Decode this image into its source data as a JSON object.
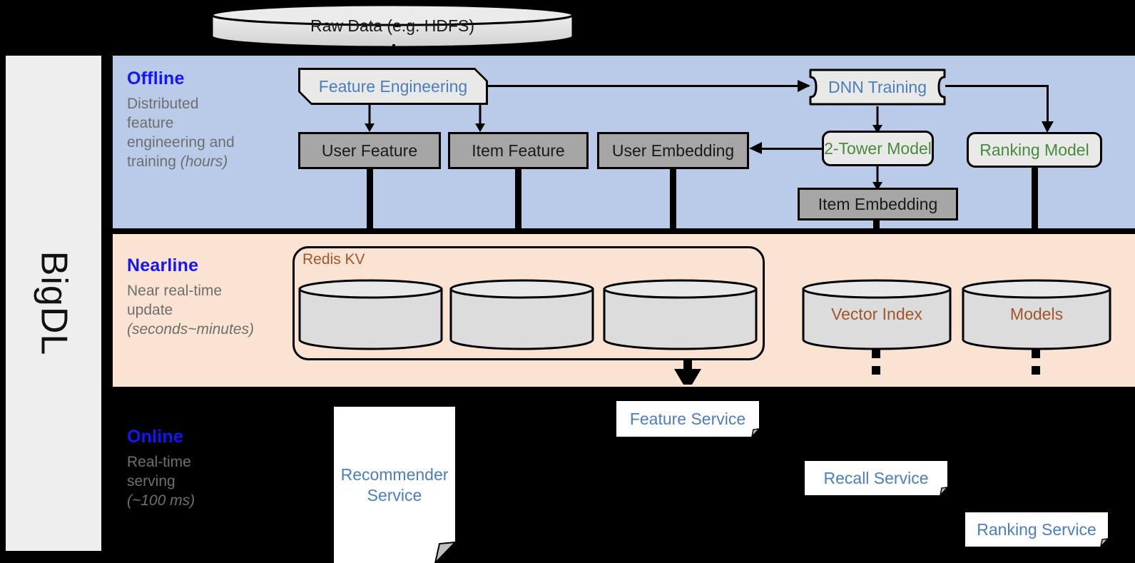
{
  "sidebar": {
    "label": "BigDL"
  },
  "top": {
    "raw_data": "Raw Data (e.g. HDFS)"
  },
  "bands": {
    "offline": {
      "title": "Offline",
      "subtitle": "Distributed feature engineering and ",
      "subtitle_italic": "(hours)"
    },
    "nearline": {
      "title": "Nearline",
      "subtitle": "Near real-time update ",
      "subtitle_italic": "(seconds~minutes)"
    },
    "online": {
      "title": "Online",
      "subtitle": "Real-time serving ",
      "subtitle_italic": "(~100 ms)"
    }
  },
  "offline": {
    "feature_engineering": "Feature Engineering",
    "dnn_training": "DNN Training",
    "user_feature": "User Feature",
    "item_feature": "Item Feature",
    "user_embedding": "User Embedding",
    "two_tower_model": "2-Tower Model",
    "ranking_model": "Ranking Model",
    "item_embedding": "Item Embedding"
  },
  "nearline": {
    "redis_kv": "Redis KV",
    "store_1": "",
    "store_2": "",
    "store_3": "",
    "vector_index": "Vector Index",
    "models": "Models"
  },
  "online": {
    "recommender_service": "Recommender Service",
    "feature_service": "Feature Service",
    "recall_service": "Recall Service",
    "ranking_service": "Ranking Service"
  },
  "colors": {
    "offline_band": "#b9cbe8",
    "nearline_band": "#fbe3d3",
    "online_band": "#000000",
    "sidebar": "#eeeeee",
    "band_title": "#1414ff",
    "blue_text": "#4a7ec0",
    "green_text": "#4a8a3c",
    "brown_text": "#a1552a",
    "grey_box": "#a6a6a6",
    "light_box": "#e9e9e7"
  },
  "subtitle_lines": {
    "offline": [
      "Distributed",
      "feature",
      "engineering and",
      "training "
    ],
    "nearline": [
      "Near real-time",
      "update "
    ],
    "online": [
      "Real-time",
      "serving "
    ]
  }
}
